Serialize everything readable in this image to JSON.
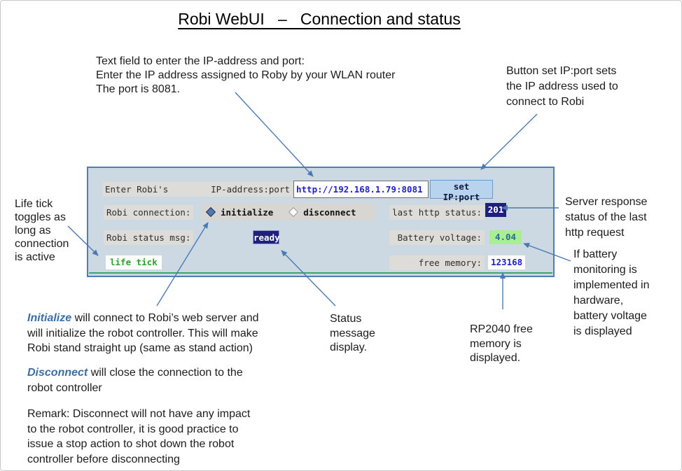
{
  "page": {
    "title": "Robi WebUI   –   Connection and status"
  },
  "panel": {
    "row1": {
      "label_left": "Enter Robi's",
      "label_right": "IP-address:port",
      "ip_value": "http://192.168.1.79:8081",
      "button_label": "set IP:port"
    },
    "row2": {
      "label": "Robi connection:",
      "radio_initialize": "initialize",
      "radio_disconnect": "disconnect",
      "http_label": "last http status:",
      "http_value": "201"
    },
    "row3": {
      "label": "Robi status msg:",
      "status_value": "ready",
      "battery_label": "Battery voltage:",
      "battery_value": "4.04"
    },
    "row4": {
      "life_tick": "life tick",
      "memory_label": "free memory:",
      "memory_value": "123168"
    }
  },
  "annotations": {
    "ip_field": "Text field to enter the IP-address and port:\nEnter the IP address assigned to Roby by your WLAN router\nThe port is 8081.",
    "set_ip_button": "Button set IP:port sets\nthe IP address used to\nconnect to Robi",
    "life_tick": "Life tick\ntoggles as\nlong as\nconnection\nis active",
    "http_status": "Server response\nstatus of the last\nhttp request",
    "battery": "If battery\nmonitoring is\nimplemented in\nhardware,\nbattery voltage\nis displayed",
    "status_msg": "Status\nmessage\ndisplay.",
    "free_memory": "RP2040 free\nmemory is\ndisplayed.",
    "initialize_lead": "Initialize",
    "initialize_rest": " will connect to Robi’s web server and\nwill initialize the robot controller. This will make\nRobi stand straight up (same as stand action)",
    "disconnect_lead": "Disconnect",
    "disconnect_rest": " will close the connection to the\nrobot controller",
    "remark": "Remark: Disconnect will not have any impact\nto the robot controller, it is good practice to\nissue a stop action to shot down the robot\ncontroller before disconnecting"
  },
  "colors": {
    "arrow_blue": "#4a7ab5",
    "panel_bg": "#cdd9e2",
    "panel_border": "#4d7fb3",
    "navy_badge": "#1f1f7d",
    "green_badge": "#a7ef92",
    "value_blue": "#2121cc",
    "life_tick_green": "#2ba12b",
    "green_line": "#3aa66a"
  }
}
